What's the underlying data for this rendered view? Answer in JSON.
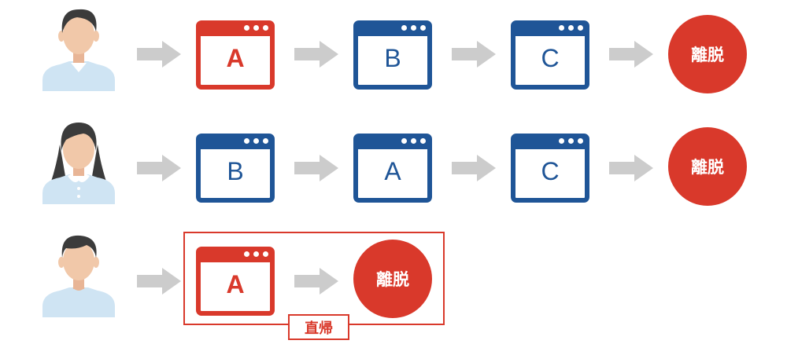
{
  "rows": [
    {
      "pages": [
        "A",
        "B",
        "C"
      ],
      "exit_label": "離脱"
    },
    {
      "pages": [
        "B",
        "A",
        "C"
      ],
      "exit_label": "離脱"
    },
    {
      "pages": [
        "A"
      ],
      "exit_label": "離脱"
    }
  ],
  "bounce_label": "直帰",
  "colors": {
    "blue": "#1f5597",
    "red": "#d9392b",
    "arrow": "#cccccc",
    "shirt": "#cfe4f3",
    "skin": "#f1c8a9",
    "hair": "#3b3b3b"
  },
  "icons": [
    "user-male-icon",
    "user-female-icon",
    "arrow-right-icon",
    "browser-window-icon"
  ]
}
